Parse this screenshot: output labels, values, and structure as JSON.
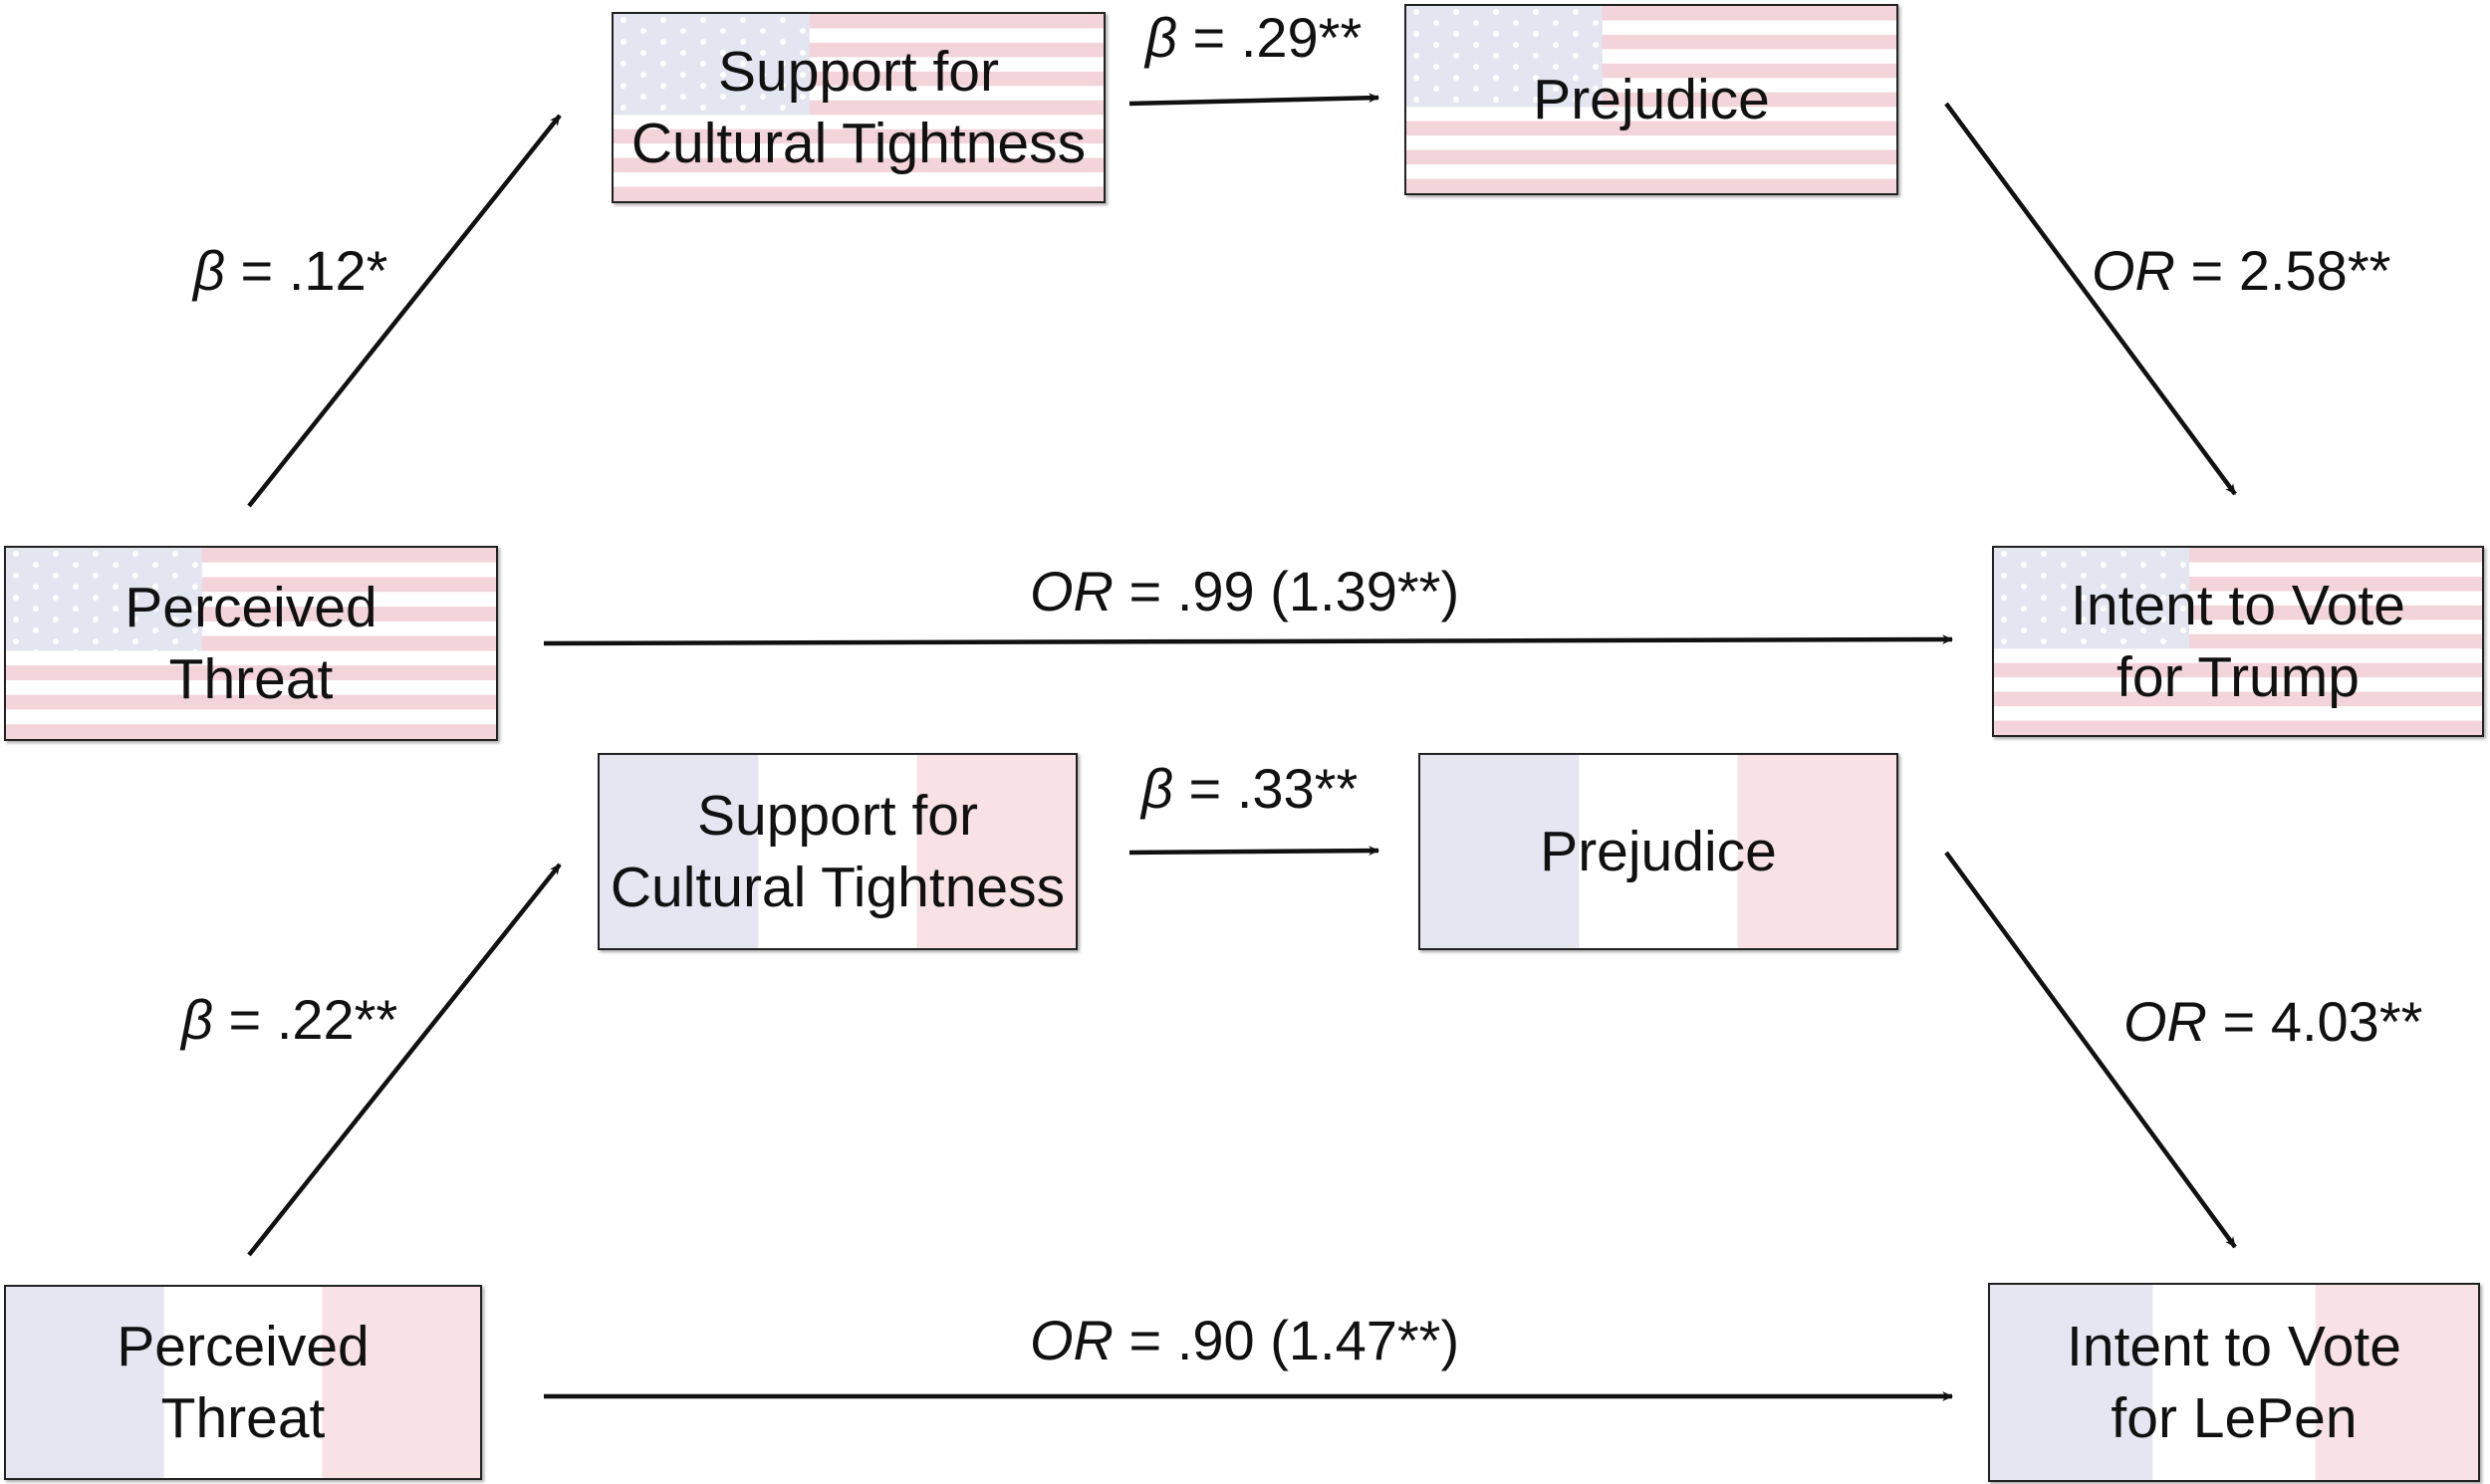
{
  "us_model": {
    "nodes": {
      "threat": {
        "line1": "Perceived",
        "line2": "Threat"
      },
      "tightness": {
        "line1": "Support for",
        "line2": "Cultural Tightness"
      },
      "prejudice": {
        "line1": "Prejudice"
      },
      "vote": {
        "line1": "Intent to Vote",
        "line2": "for Trump"
      }
    },
    "paths": {
      "threat_to_tightness": {
        "symbol": "β",
        "value": " = .12*"
      },
      "tightness_to_prejudice": {
        "symbol": "β",
        "value": " = .29**"
      },
      "prejudice_to_vote": {
        "symbol": "OR",
        "value": " = 2.58**"
      },
      "threat_to_vote": {
        "symbol": "OR",
        "value": " = .99 (1.39**)"
      }
    }
  },
  "france_model": {
    "nodes": {
      "threat": {
        "line1": "Perceived",
        "line2": "Threat"
      },
      "tightness": {
        "line1": "Support for",
        "line2": "Cultural Tightness"
      },
      "prejudice": {
        "line1": "Prejudice"
      },
      "vote": {
        "line1": "Intent to Vote",
        "line2": "for LePen"
      }
    },
    "paths": {
      "threat_to_tightness": {
        "symbol": "β",
        "value": " = .22**"
      },
      "tightness_to_prejudice": {
        "symbol": "β",
        "value": " = .33**"
      },
      "prejudice_to_vote": {
        "symbol": "OR",
        "value": " = 4.03**"
      },
      "threat_to_vote": {
        "symbol": "OR",
        "value": " = .90 (1.47**)"
      }
    }
  },
  "colors": {
    "us_stripe_red": "#f2d4da",
    "us_stripe_white": "#ffffff",
    "us_canton_blue": "#e3e5f1",
    "fr_blue": "#e6e6f3",
    "fr_white": "#ffffff",
    "fr_red": "#f8e2e5",
    "arrow": "#111111"
  }
}
